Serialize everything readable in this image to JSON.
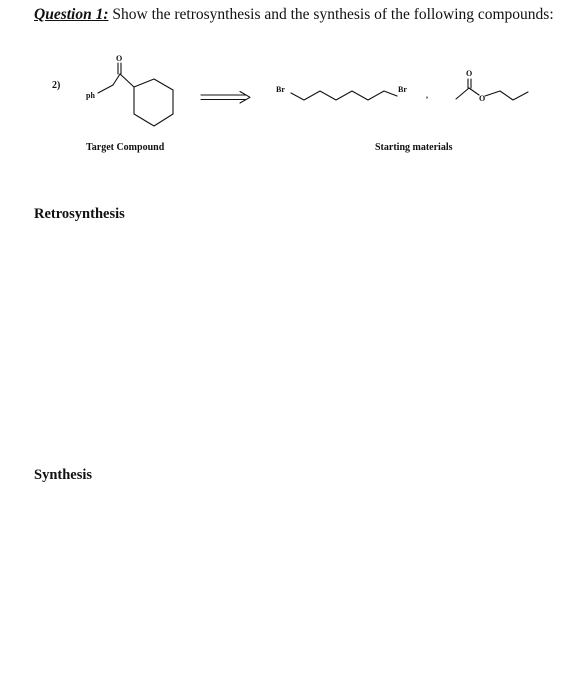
{
  "question": {
    "label": "Question 1:",
    "text": " Show the retrosynthesis and the synthesis of the following compounds:"
  },
  "problem": {
    "number": "2)"
  },
  "structures": {
    "target_substituent": "ph",
    "target_carbonyl_O": "O",
    "dibromide_left": "Br",
    "dibromide_right": "Br",
    "separator": ",",
    "ester_carbonyl_O": "O",
    "ester_ether_O": "O"
  },
  "captions": {
    "target": "Target Compound",
    "starting": "Starting materials"
  },
  "sections": {
    "retrosynthesis": "Retrosynthesis",
    "synthesis": "Synthesis"
  }
}
